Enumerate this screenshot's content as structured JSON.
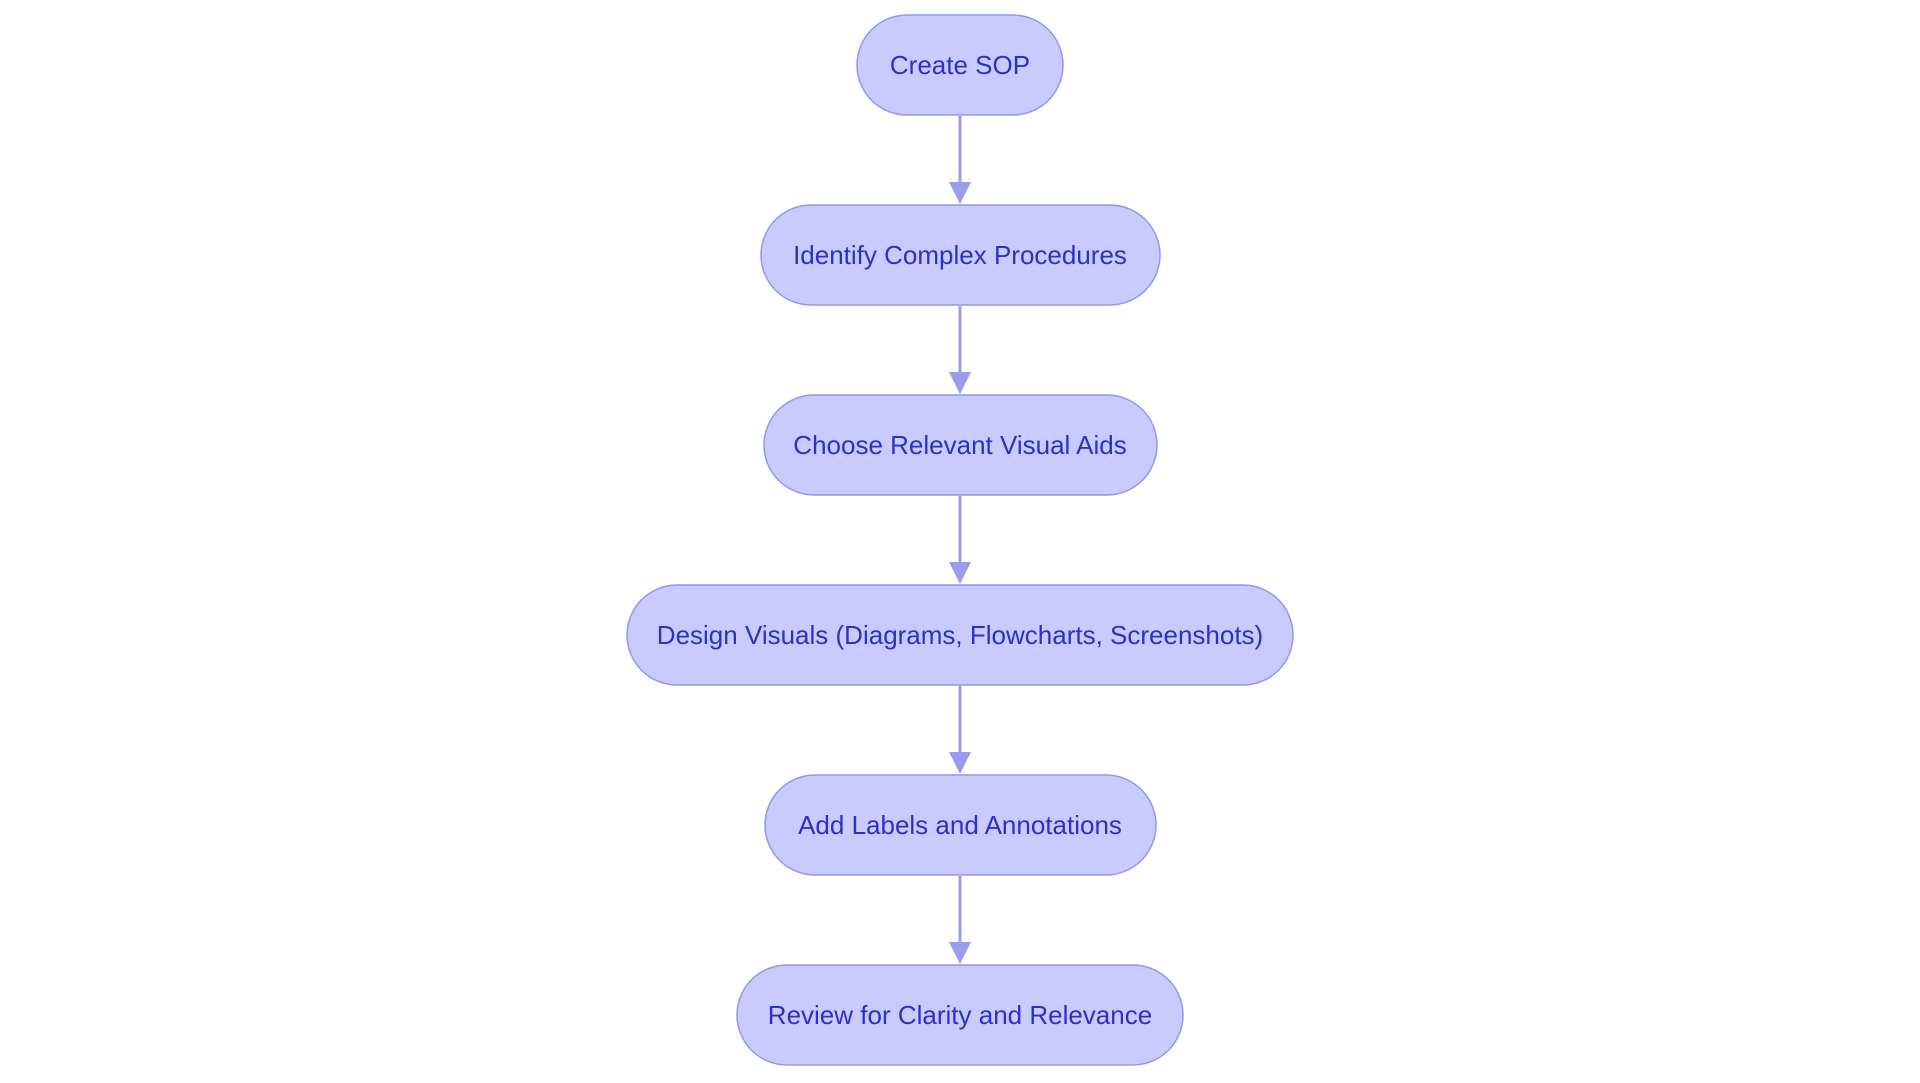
{
  "diagram": {
    "type": "flowchart",
    "direction": "top-to-bottom",
    "colors": {
      "node_fill": "#c9cbff",
      "node_border": "#9396f0",
      "node_text": "#2d2fc9",
      "edge": "#9a9ced"
    },
    "nodes": [
      {
        "id": "create_sop",
        "label": "Create SOP"
      },
      {
        "id": "identify",
        "label": "Identify Complex Procedures"
      },
      {
        "id": "choose",
        "label": "Choose Relevant Visual Aids"
      },
      {
        "id": "design",
        "label": "Design Visuals (Diagrams, Flowcharts, Screenshots)"
      },
      {
        "id": "labels",
        "label": "Add Labels and Annotations"
      },
      {
        "id": "review",
        "label": "Review for Clarity and Relevance"
      }
    ],
    "edges": [
      {
        "from": "create_sop",
        "to": "identify"
      },
      {
        "from": "identify",
        "to": "choose"
      },
      {
        "from": "choose",
        "to": "design"
      },
      {
        "from": "design",
        "to": "labels"
      },
      {
        "from": "labels",
        "to": "review"
      }
    ]
  }
}
